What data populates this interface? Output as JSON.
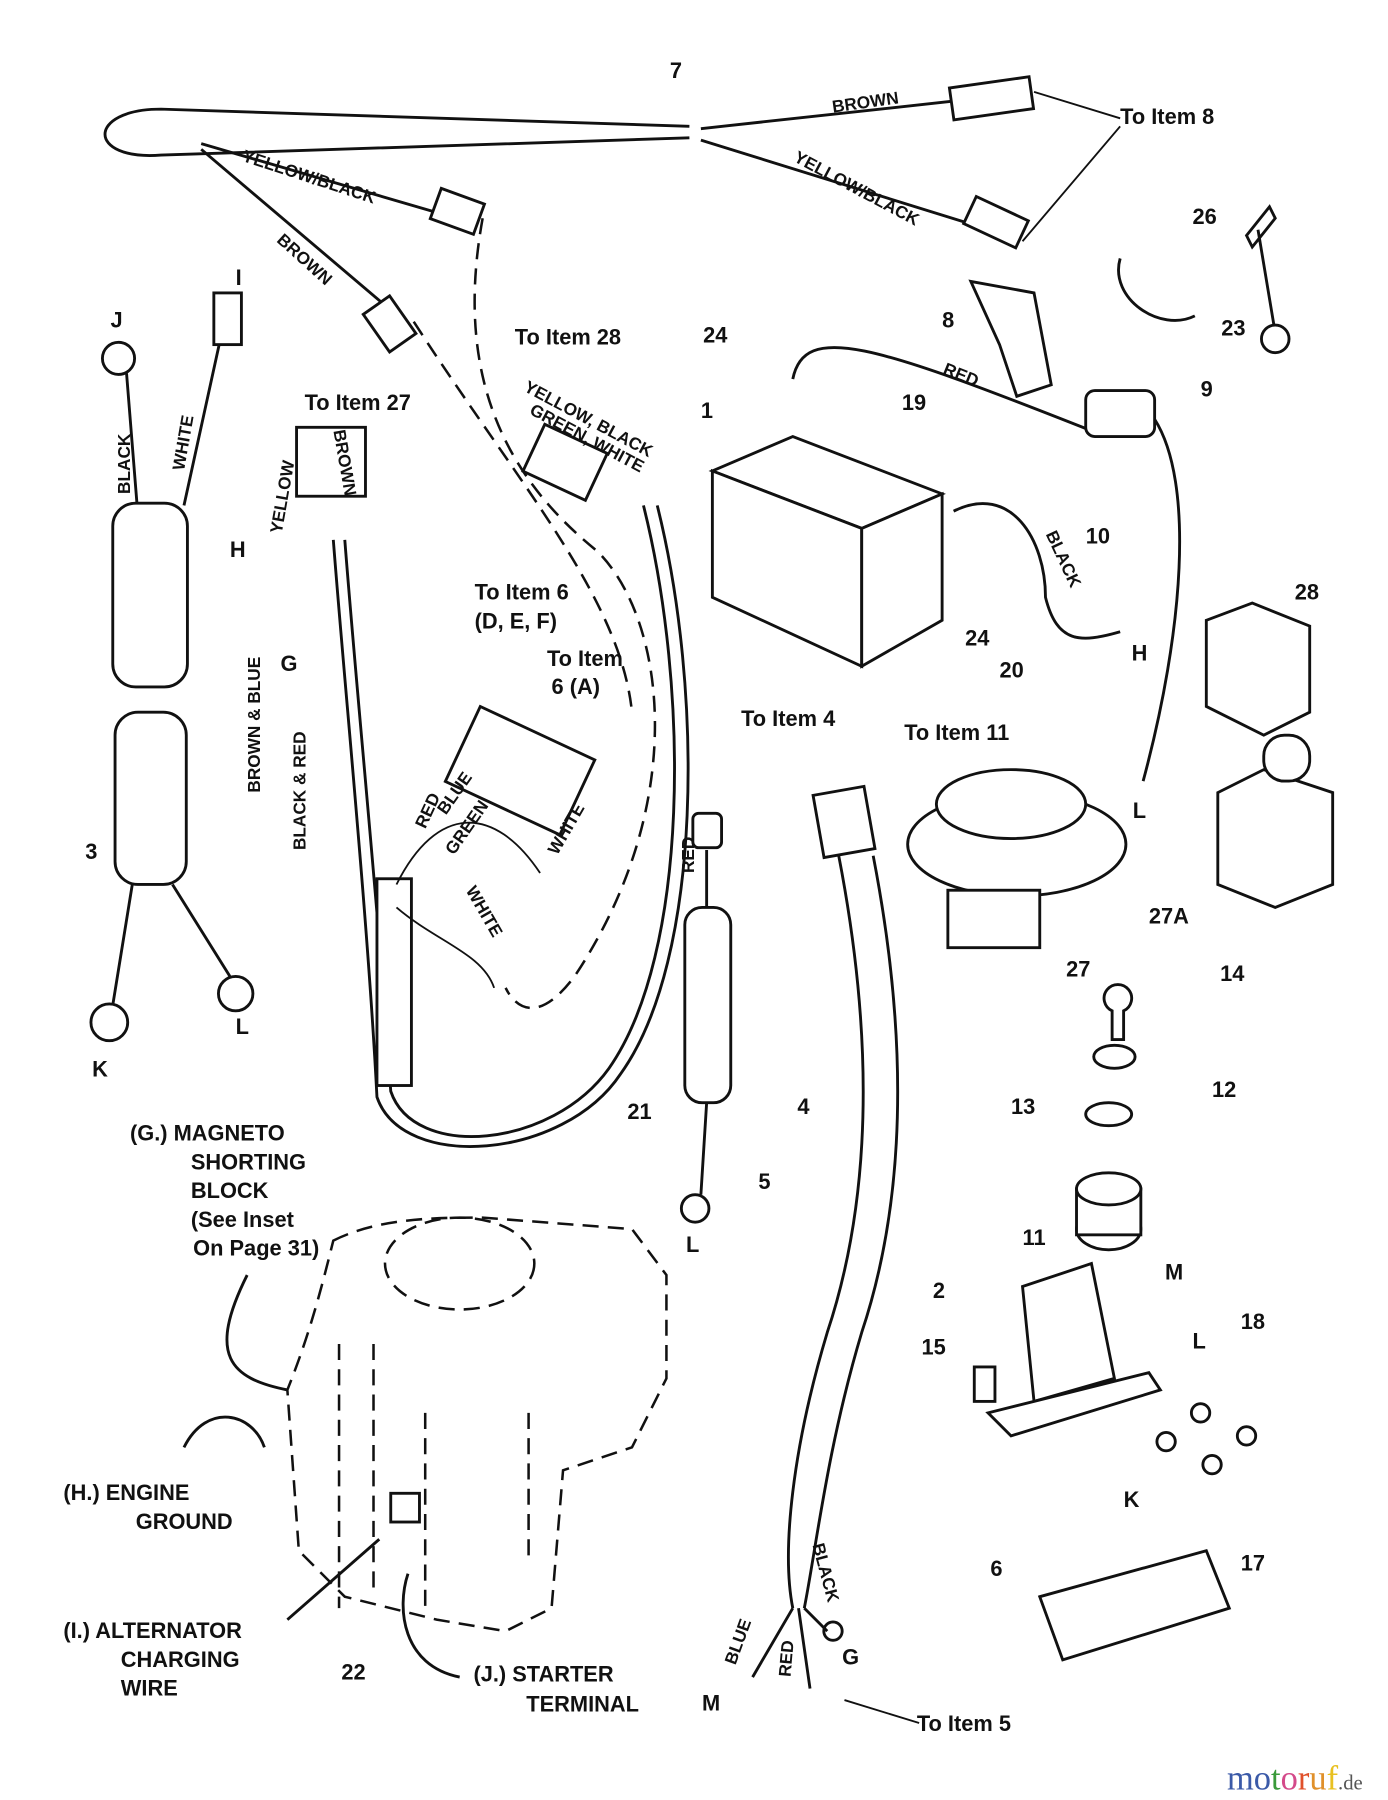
{
  "labels": {
    "item7": "7",
    "brown_top": "BROWN",
    "to_item_8": "To Item 8",
    "yb_right": "YELLOW/BLACK",
    "yb_left": "YELLOW/BLACK",
    "brown_left": "BROWN",
    "I": "I",
    "J": "J",
    "to_item_28": "To Item 28",
    "item24a": "24",
    "red_top": "RED",
    "item8": "8",
    "item26": "26",
    "item23": "23",
    "item9": "9",
    "item19": "19",
    "item1": "1",
    "to_item_27": "To Item 27",
    "ybgw1": "YELLOW, BLACK",
    "ybgw2": "GREEN, WHITE",
    "black_j": "BLACK",
    "white_i": "WHITE",
    "yellow_27": "YELLOW",
    "brown_27": "BROWN",
    "item10": "10",
    "H1": "H",
    "black_bat": "BLACK",
    "item24b": "24",
    "item20": "20",
    "H2": "H",
    "item28": "28",
    "to_item_6": "To Item 6",
    "def": "(D, E, F)",
    "to_item_6a_1": "To Item",
    "to_item_6a_2": "6 (A)",
    "G1": "G",
    "brown_blue": "BROWN & BLUE",
    "black_red": "BLACK & RED",
    "to_item_4": "To Item 4",
    "to_item_11": "To Item 11",
    "L1": "L",
    "red_h": "RED",
    "blue_h": "BLUE",
    "green_h": "GREEN",
    "white_h1": "WHITE",
    "white_h2": "WHITE",
    "item3": "3",
    "red_5": "RED",
    "item27a": "27A",
    "item27": "27",
    "item14": "14",
    "K1": "K",
    "L2": "L",
    "item21": "21",
    "item4": "4",
    "item13": "13",
    "item12": "12",
    "item5": "5",
    "L3": "L",
    "item11": "11",
    "M1": "M",
    "item2": "2",
    "item15": "15",
    "L4": "L",
    "item18": "18",
    "K2": "K",
    "item17": "17",
    "item6": "6",
    "g_callout": [
      "(G.)  MAGNETO",
      "SHORTING",
      "BLOCK",
      "(See Inset",
      " On Page 31)"
    ],
    "h_callout": [
      "(H.)  ENGINE",
      "GROUND"
    ],
    "i_callout": [
      "(I.)  ALTERNATOR",
      "CHARGING",
      "WIRE"
    ],
    "item22": "22",
    "j_callout": [
      "(J.)  STARTER",
      "TERMINAL"
    ],
    "blue_4": "BLUE",
    "red_4": "RED",
    "black_4": "BLACK",
    "G2": "G",
    "M2": "M",
    "to_item_5": "To Item 5"
  },
  "watermark": {
    "letters": [
      "m",
      "o",
      "t",
      "o",
      "r",
      "u",
      "f"
    ],
    "suffix": ".de",
    "colors": [
      "#3b5aa8",
      "#3b5aa8",
      "#3a9a3a",
      "#d44a8a",
      "#e0502a",
      "#e0902a",
      "#e8c020"
    ]
  }
}
